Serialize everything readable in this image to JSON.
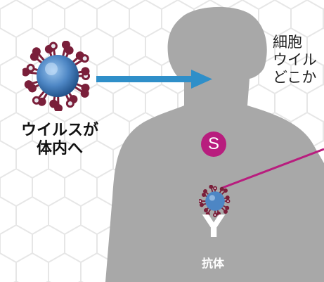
{
  "caption": {
    "lines": [
      "細胞",
      "ウイル",
      "どこか"
    ]
  },
  "virus_label": {
    "line1": "ウイルスが",
    "line2": "体内へ"
  },
  "badge": {
    "letter": "S",
    "color": "#b81d7e"
  },
  "antibody": {
    "symbol": "Y",
    "label": "抗体"
  },
  "icons": [
    "virus-icon",
    "arrow-right-icon",
    "human-silhouette-icon",
    "pointer-line-icon"
  ],
  "colors": {
    "silhouette": "#a8a8a8",
    "arrow": "#2f8fc9",
    "accent": "#b81d7e",
    "virus_body": "#4d86c4",
    "virus_spike": "#7a1f3a",
    "hex_grid": "#e6e6e6"
  }
}
